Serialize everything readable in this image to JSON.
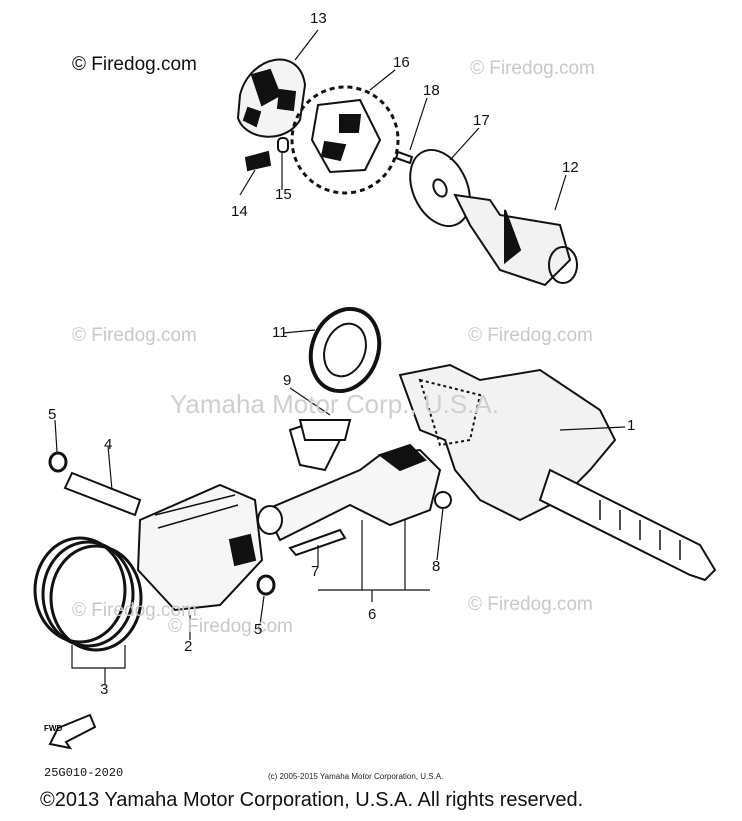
{
  "site_copyright": "© Firedog.com",
  "watermarks": [
    "© Firedog.com",
    "© Firedog.com",
    "© Firedog.com",
    "© Firedog.com",
    "© Firedog.com",
    "© Firedog.com"
  ],
  "center_watermark": "Yamaha Motor Corp., U.S.A.",
  "callouts": [
    "13",
    "16",
    "18",
    "17",
    "12",
    "14",
    "15",
    "11",
    "9",
    "1",
    "5",
    "4",
    "7",
    "8",
    "2",
    "5",
    "6",
    "3"
  ],
  "fwd_label": "FWD",
  "diagram_code": "25G010-2020",
  "small_copyright": "(c) 2005-2015 Yamaha Motor Corporation, U.S.A.",
  "footer": "©2013 Yamaha Motor Corporation, U.S.A. All rights reserved."
}
